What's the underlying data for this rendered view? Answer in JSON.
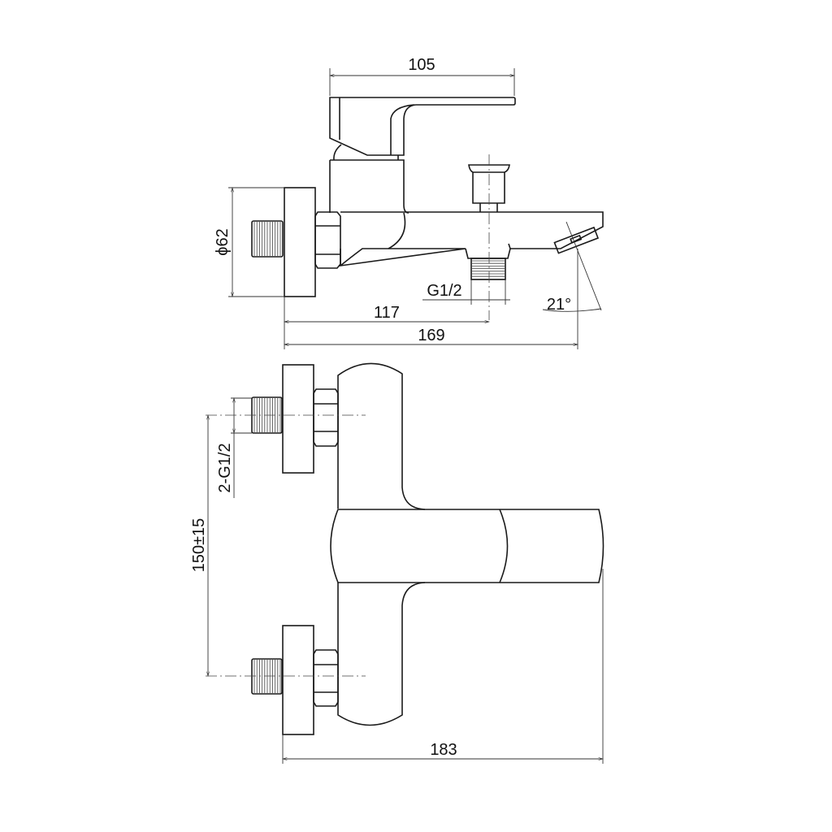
{
  "side_view": {
    "dim_handle_length": "105",
    "dim_flange_diameter": "ϕ62",
    "dim_outlet_thread": "G1/2",
    "dim_outlet_distance": "117",
    "dim_total_projection": "169",
    "dim_spout_angle": "21°"
  },
  "front_view": {
    "dim_inlet_thread": "2-G1/2",
    "dim_inlet_centers": "150±15",
    "dim_total_width": "183"
  },
  "colors": {
    "line": "#1a1a1a",
    "background": "#ffffff"
  }
}
